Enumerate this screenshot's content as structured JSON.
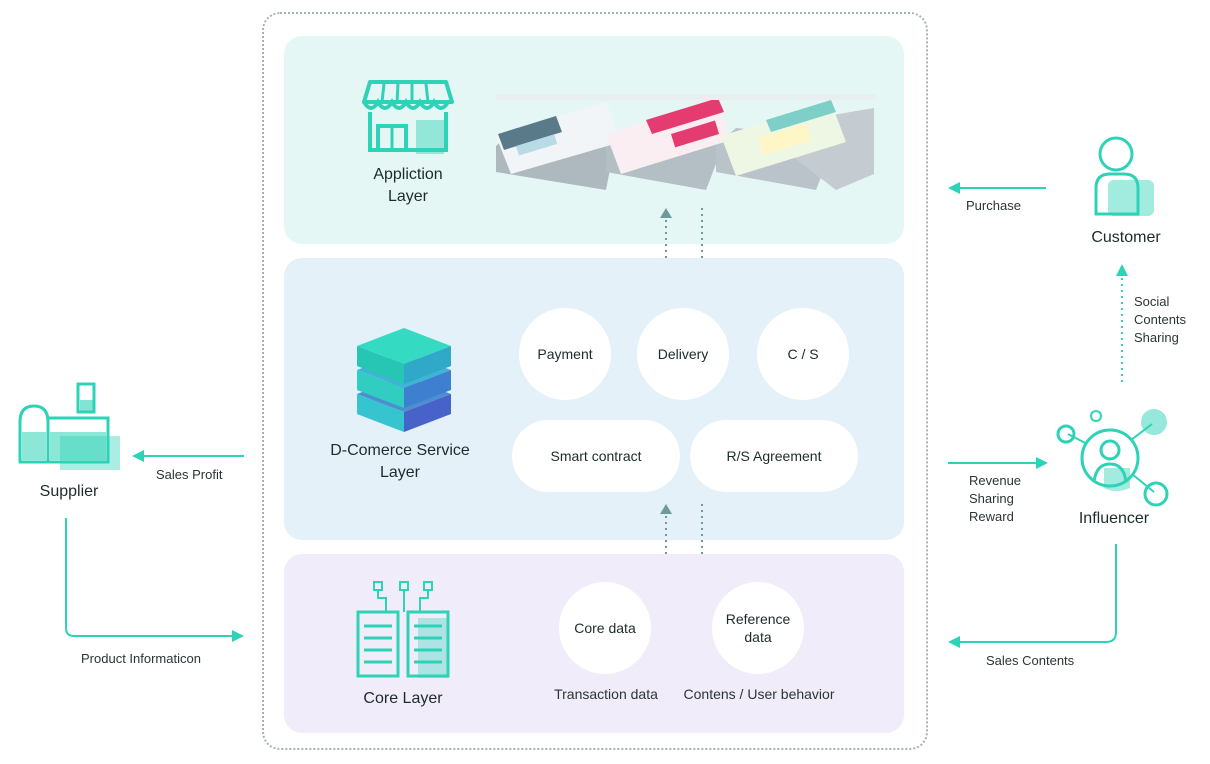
{
  "layers": {
    "app": {
      "title": "Appliction Layer"
    },
    "service": {
      "title": "D-Comerce Service Layer",
      "items": [
        "Payment",
        "Delivery",
        "C / S",
        "Smart contract",
        "R/S Agreement"
      ]
    },
    "core": {
      "title": "Core Layer",
      "core_data": "Core data",
      "reference_data": "Reference data",
      "core_caption": "Transaction data",
      "reference_caption": "Contens / User behavior"
    }
  },
  "actors": {
    "supplier": "Supplier",
    "customer": "Customer",
    "influencer": "Influencer"
  },
  "flows": {
    "sales_profit": "Sales Profit",
    "product_information": "Product Informaticon",
    "purchase": "Purchase",
    "social_sharing": "Social Contents Sharing",
    "revenue_sharing": "Revenue Sharing Reward",
    "sales_contents": "Sales Contents"
  },
  "colors": {
    "teal": "#2ed3b7",
    "app_bg": "#e5f7f4",
    "service_bg": "#e4f1f9",
    "core_bg": "#f1ecfa",
    "arrow_gray": "#6f9a9c"
  }
}
